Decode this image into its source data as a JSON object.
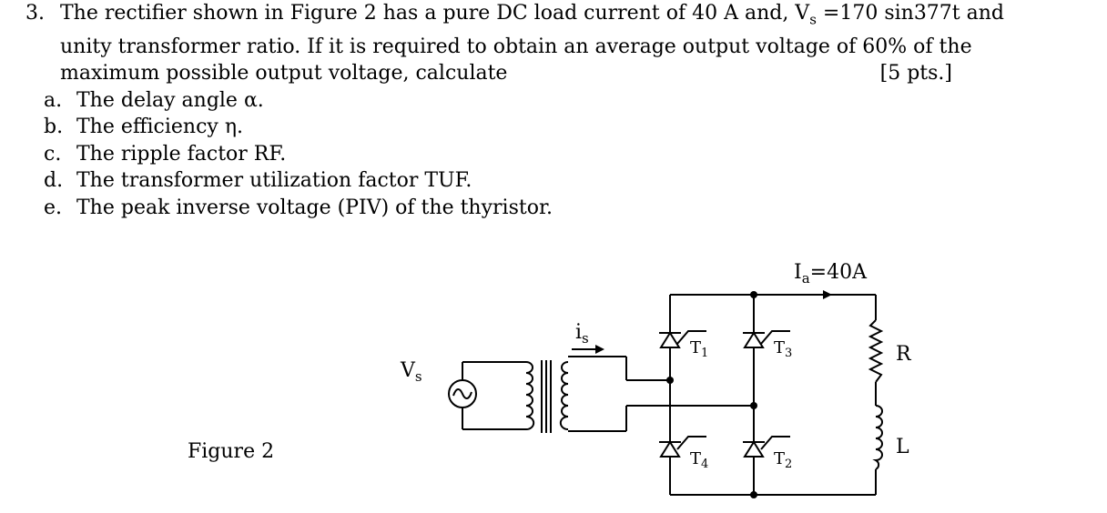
{
  "question": {
    "number": "3.",
    "line1": "The rectifier shown in Figure 2 has a pure DC load current of 40 A and, V",
    "line1_sub": "s",
    "line1_tail": " =170 sin377t and",
    "line2": "unity transformer ratio. If it is required to obtain an average output voltage of 60% of the",
    "line3": "maximum possible output voltage, calculate",
    "points": "[5 pts.]",
    "parts": [
      {
        "letter": "a.",
        "text": "The delay angle α."
      },
      {
        "letter": "b.",
        "text": "The efficiency η."
      },
      {
        "letter": "c.",
        "text": "The ripple factor RF."
      },
      {
        "letter": "d.",
        "text": "The transformer utilization factor TUF."
      },
      {
        "letter": "e.",
        "text": "The peak inverse voltage (PIV) of the thyristor."
      }
    ]
  },
  "figure": {
    "caption": "Figure 2",
    "source_label": "V",
    "source_sub": "s",
    "current_label": "i",
    "current_sub": "s",
    "load_current_label": "I",
    "load_current_sub": "a",
    "load_current_value": "=40A",
    "thyristors": [
      {
        "name": "T",
        "sub": "1"
      },
      {
        "name": "T",
        "sub": "3"
      },
      {
        "name": "T",
        "sub": "4"
      },
      {
        "name": "T",
        "sub": "2"
      }
    ],
    "resistor_label": "R",
    "inductor_label": "L"
  }
}
